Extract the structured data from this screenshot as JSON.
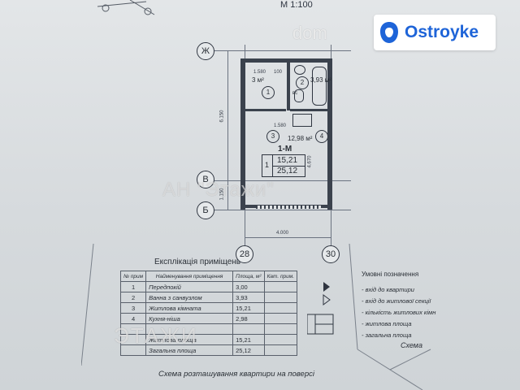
{
  "plan": {
    "scale": "М 1:100",
    "axes": {
      "zh": "Ж",
      "v": "В",
      "b": "Б",
      "a28": "28",
      "a30": "30"
    },
    "dims": {
      "d1580_top": "1.580",
      "d100": "100",
      "d1580_mid": "1.580",
      "d6150": "6.150",
      "d4670": "4.670",
      "d1150": "1.150",
      "d4000": "4.000"
    },
    "rooms": {
      "r1": "1",
      "r2": "2",
      "r3": "3",
      "r4": "4",
      "room1_area": "3 м²",
      "room2_area": "3,93 м²",
      "room34_area": "12,98 м²",
      "wc": "вс"
    },
    "apartment": {
      "label": "1-М",
      "rooms": "1",
      "living": "15,21",
      "total": "25,12"
    }
  },
  "watermarks": {
    "agency": "АН \"Этажи\"",
    "dom": "dom",
    "brand": "Ostroyke",
    "bottom": "ЭТАЖИ"
  },
  "explication": {
    "title": "Експлікація приміщень",
    "headers": [
      "№ прим",
      "Найменування приміщення",
      "Площа, м²",
      "Кат. прим."
    ],
    "rows": [
      {
        "num": "1",
        "name": "Передпокій",
        "area": "3,00",
        "cat": ""
      },
      {
        "num": "2",
        "name": "Ванна з санвузлом",
        "area": "3,93",
        "cat": ""
      },
      {
        "num": "3",
        "name": "Житлова кімната",
        "area": "15,21",
        "cat": ""
      },
      {
        "num": "4",
        "name": "Кухня-ніша",
        "area": "2,98",
        "cat": ""
      },
      {
        "num": "",
        "name": "",
        "area": "",
        "cat": ""
      },
      {
        "num": "",
        "name": "Житлова площа",
        "area": "15,21",
        "cat": ""
      },
      {
        "num": "",
        "name": "Загальна площа",
        "area": "25,12",
        "cat": ""
      }
    ]
  },
  "legend": {
    "title": "Умовні позначення",
    "items": [
      "- вхід до квартири",
      "- вхід до житлової секції",
      "- кількість житлових кімн",
      "- житлова площа",
      "- загальна площа"
    ]
  },
  "captions": {
    "floor_scheme": "Схема розташування квартири на поверсі",
    "right": "Схема"
  }
}
